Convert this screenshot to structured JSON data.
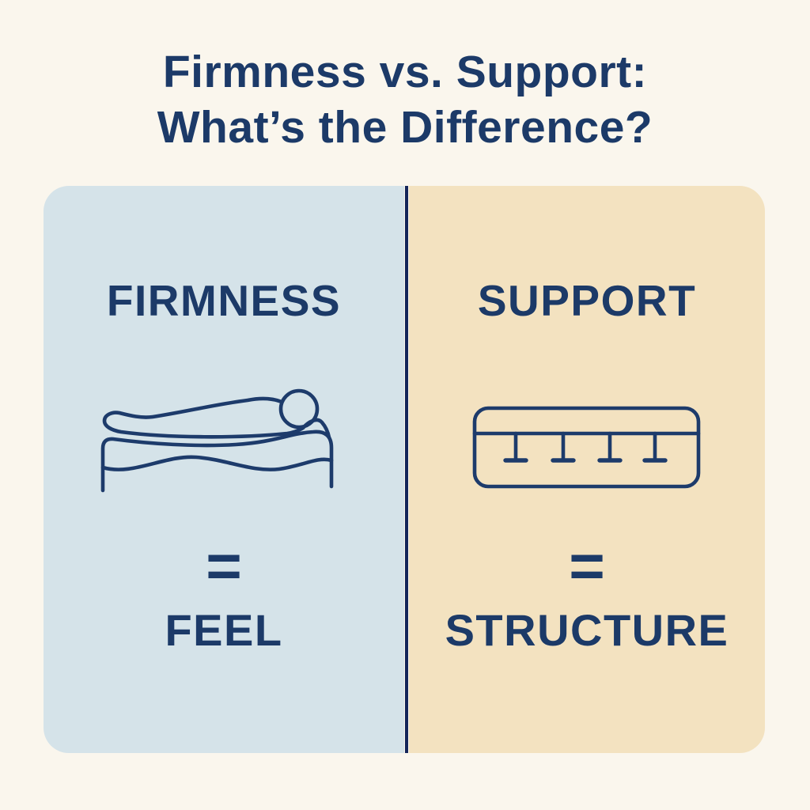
{
  "title": {
    "line1": "Firmness vs. Support:",
    "line2": "What’s the Difference?"
  },
  "panels": {
    "left": {
      "heading": "FIRMNESS",
      "equals": "=",
      "word": "FEEL",
      "icon": "person-sleeping-on-mattress-icon",
      "background": "#d5e3e9"
    },
    "right": {
      "heading": "SUPPORT",
      "equals": "=",
      "word": "STRUCTURE",
      "icon": "mattress-cross-section-coils-icon",
      "background": "#f3e2c0"
    }
  },
  "colors": {
    "page_background": "#faf6ed",
    "navy_text": "#1c3a68",
    "icon_stroke": "#1d3b6b",
    "divider": "#15265a",
    "left_panel_background": "#d5e3e9",
    "right_panel_background": "#f3e2c0"
  }
}
